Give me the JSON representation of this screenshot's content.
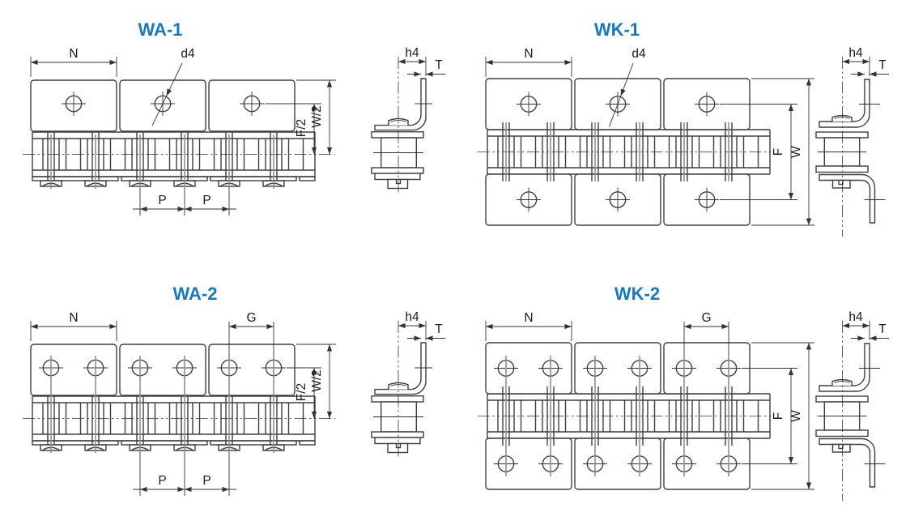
{
  "colors": {
    "background": "#ffffff",
    "title_accent": "#1879bf",
    "drawing_line": "#3f3f3f",
    "dimension_line": "#333333"
  },
  "diagrams": [
    {
      "id": "wa-1",
      "title": "WA-1",
      "attachment_sides": 1,
      "holes_per_plate": 1,
      "dims": {
        "N": "N",
        "d4": "d4",
        "h4": "h4",
        "T": "T",
        "F2": "F/2",
        "W2": "W/2",
        "P1": "P",
        "P2": "P"
      }
    },
    {
      "id": "wk-1",
      "title": "WK-1",
      "attachment_sides": 2,
      "holes_per_plate": 1,
      "dims": {
        "N": "N",
        "d4": "d4",
        "h4": "h4",
        "T": "T",
        "F": "F",
        "W": "W"
      }
    },
    {
      "id": "wa-2",
      "title": "WA-2",
      "attachment_sides": 1,
      "holes_per_plate": 2,
      "dims": {
        "N": "N",
        "G": "G",
        "h4": "h4",
        "T": "T",
        "F2": "F/2",
        "W2": "W/2",
        "P1": "P",
        "P2": "P"
      }
    },
    {
      "id": "wk-2",
      "title": "WK-2",
      "attachment_sides": 2,
      "holes_per_plate": 2,
      "dims": {
        "N": "N",
        "G": "G",
        "h4": "h4",
        "T": "T",
        "F": "F",
        "W": "W"
      }
    }
  ]
}
